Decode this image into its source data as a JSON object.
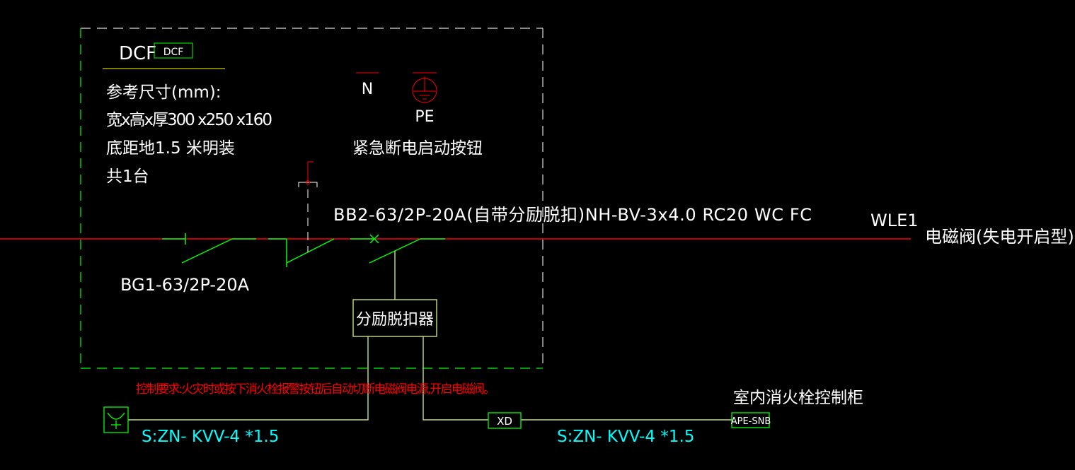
{
  "box": {
    "title": "DCF",
    "tag": "DCF",
    "lines": [
      "参考尺寸(mm):",
      "宽x高x厚300 x250 x160",
      "底距地1.5 米明装",
      "共1台"
    ],
    "n_label": "N",
    "pe_label": "PE",
    "button_label": "紧急断电启动按钮"
  },
  "breakers": {
    "main": "BG1-63/2P-20A",
    "branch": "BB2-63/2P-20A(自带分励脱扣)NH-BV-3x4.0  RC20  WC FC",
    "shunt_trip": "分励脱扣器"
  },
  "circuit": {
    "id": "WLE1",
    "load": "电磁阀(失电开启型)"
  },
  "control": {
    "note": "控制要求:火灾时或按下消火栓报警按钮后自动切断电磁阀电源,开启电磁阀。",
    "cable_left": "S:ZN- KVV-4 *1.5",
    "cable_right": "S:ZN- KVV-4 *1.5",
    "xd": "XD",
    "cabinet_tag": "APE-SNB",
    "cabinet_label": "室内消火栓控制柜"
  },
  "colors": {
    "bg": "#000000",
    "power": "#ff0000",
    "switch": "#00ff00",
    "control": "#c8e07a",
    "cable": "#00ffff"
  }
}
